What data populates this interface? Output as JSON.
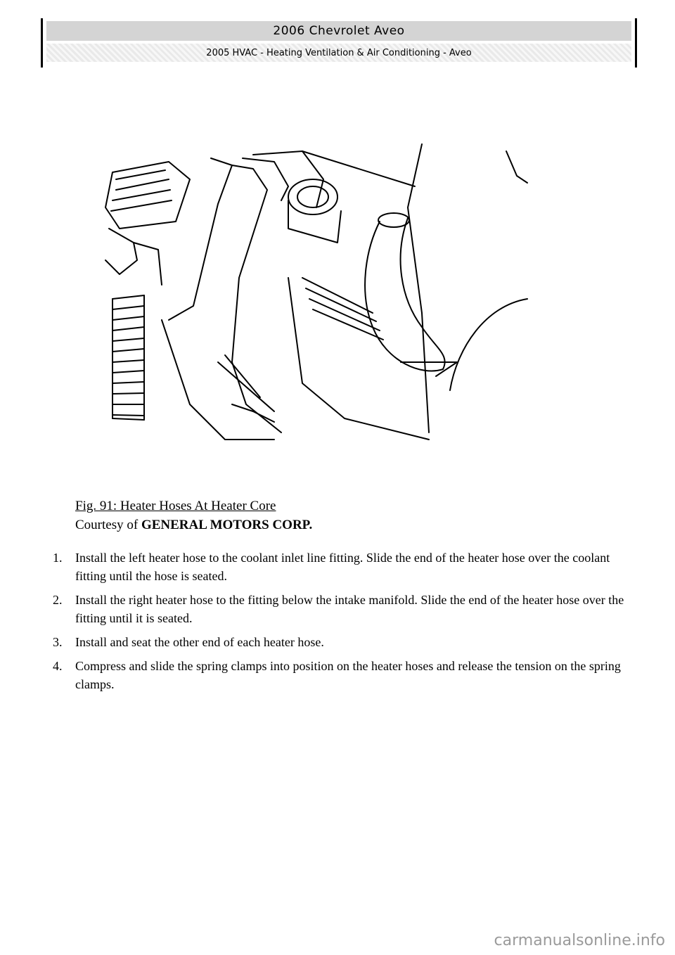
{
  "header": {
    "title": "2006 Chevrolet Aveo",
    "subtitle": "2005 HVAC - Heating Ventilation & Air Conditioning - Aveo"
  },
  "figure": {
    "caption": "Fig. 91: Heater Hoses At Heater Core",
    "courtesy_prefix": "Courtesy of",
    "courtesy_org": "GENERAL MOTORS CORP."
  },
  "steps": [
    {
      "num": "1.",
      "text": "Install the left heater hose to the coolant inlet line fitting. Slide the end of the heater hose over the coolant fitting until the hose is seated."
    },
    {
      "num": "2.",
      "text": "Install the right heater hose to the fitting below the intake manifold. Slide the end of the heater hose over the fitting until it is seated."
    },
    {
      "num": "3.",
      "text": "Install and seat the other end of each heater hose."
    },
    {
      "num": "4.",
      "text": "Compress and slide the spring clamps into position on the heater hoses and release the tension on the spring clamps."
    }
  ],
  "watermark": "carmanualsonline.info"
}
